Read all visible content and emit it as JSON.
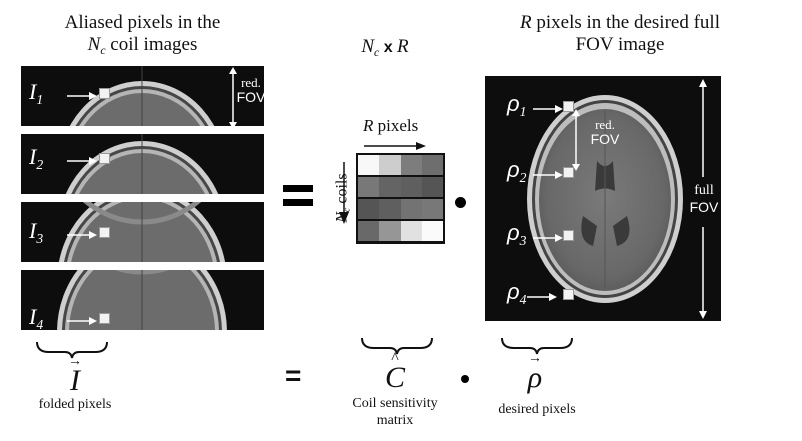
{
  "left_title": {
    "line1": "Aliased pixels in the",
    "line2_symbol": "N",
    "line2_sub": "c",
    "line2_rest": " coil images"
  },
  "middle_title": {
    "symbol": "N",
    "sub": "c",
    "op": " x ",
    "rest": "R"
  },
  "right_title": {
    "line1_symbol": "R",
    "line1_rest": " pixels in the desired full",
    "line2": "FOV image"
  },
  "coil_images": [
    {
      "symbol": "I",
      "sub": "1"
    },
    {
      "symbol": "I",
      "sub": "2"
    },
    {
      "symbol": "I",
      "sub": "3"
    },
    {
      "symbol": "I",
      "sub": "4"
    }
  ],
  "red_fov_label": {
    "line1": "red.",
    "line2": "FOV"
  },
  "matrix": {
    "top_label_symbol": "R",
    "top_label_rest": " pixels",
    "side_label_symbol": "N",
    "side_label_sub": "c",
    "side_label_rest": " coils",
    "gray_levels": [
      [
        "#f8f8f8",
        "#cdcdcd",
        "#7d7d7d",
        "#6e6e6e"
      ],
      [
        "#787878",
        "#646464",
        "#5f5f5f",
        "#555555"
      ],
      [
        "#555555",
        "#5f5f5f",
        "#737373",
        "#787878"
      ],
      [
        "#696969",
        "#969696",
        "#e1e1e1",
        "#fafafa"
      ]
    ]
  },
  "full_image": {
    "pixels": [
      {
        "symbol": "ρ",
        "sub": "1"
      },
      {
        "symbol": "ρ",
        "sub": "2"
      },
      {
        "symbol": "ρ",
        "sub": "3"
      },
      {
        "symbol": "ρ",
        "sub": "4"
      }
    ],
    "red_fov": {
      "line1": "red.",
      "line2": "FOV"
    },
    "full_fov": {
      "line1": "full",
      "line2": "FOV"
    }
  },
  "equation": {
    "lhs_symbol": "I",
    "lhs_caption": "folded pixels",
    "equals": "=",
    "matrix_symbol": "C",
    "matrix_caption_line1": "Coil sensitivity",
    "matrix_caption_line2": "matrix",
    "dot": "•",
    "rhs_symbol": "ρ",
    "rhs_caption": "desired pixels"
  },
  "colors": {
    "panel_bg": "#0d0d0d",
    "pixel_marker": "#f2f2f2",
    "text": "#111111"
  }
}
